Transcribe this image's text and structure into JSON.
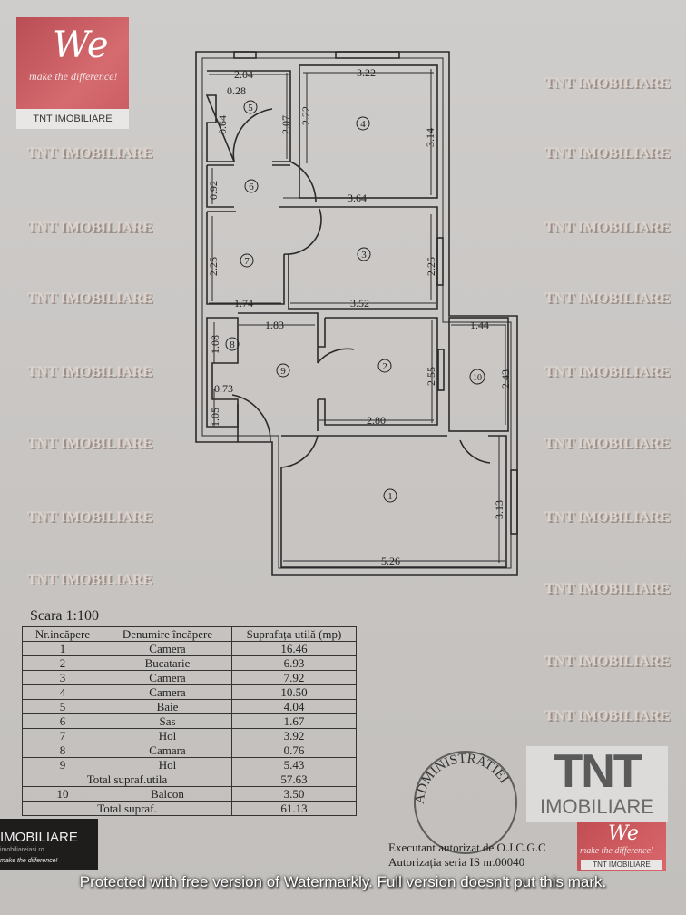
{
  "watermark_text": "TNT IMOBILIARE",
  "floorplan": {
    "dimensions": {
      "d204": "2.04",
      "d322": "3.22",
      "d028": "0.28",
      "d064": "0.64",
      "d207": "2.07",
      "d222": "2.22",
      "d314": "3.14",
      "d092": "0.92",
      "d364": "3.64",
      "d225a": "2.25",
      "d225b": "2.25",
      "d174": "1.74",
      "d352": "3.52",
      "d183": "1.83",
      "d108": "1.08",
      "d073": "0.73",
      "d105": "1.05",
      "d255": "2.55",
      "d280": "2.80",
      "d144": "1.44",
      "d243": "2.43",
      "d313": "3.13",
      "d526": "5.26"
    },
    "room_numbers": [
      "1",
      "2",
      "3",
      "4",
      "5",
      "6",
      "7",
      "8",
      "9",
      "10"
    ]
  },
  "scale_label": "Scara 1:100",
  "table": {
    "headers": [
      "Nr.incăpere",
      "Denumire încăpere",
      "Suprafața utilă (mp)"
    ],
    "rows": [
      {
        "nr": "1",
        "name": "Camera",
        "area": "16.46"
      },
      {
        "nr": "2",
        "name": "Bucatarie",
        "area": "6.93"
      },
      {
        "nr": "3",
        "name": "Camera",
        "area": "7.92"
      },
      {
        "nr": "4",
        "name": "Camera",
        "area": "10.50"
      },
      {
        "nr": "5",
        "name": "Baie",
        "area": "4.04"
      },
      {
        "nr": "6",
        "name": "Sas",
        "area": "1.67"
      },
      {
        "nr": "7",
        "name": "Hol",
        "area": "3.92"
      },
      {
        "nr": "8",
        "name": "Camara",
        "area": "0.76"
      },
      {
        "nr": "9",
        "name": "Hol",
        "area": "5.43"
      }
    ],
    "total_useful": {
      "label": "Total supraf.utila",
      "area": "57.63"
    },
    "balcony": {
      "nr": "10",
      "name": "Balcon",
      "area": "3.50"
    },
    "total": {
      "label": "Total supraf.",
      "area": "61.13"
    }
  },
  "executant": {
    "line1": "Executant autorizat de O.J.C.G.C",
    "line2": "Autorizația seria IS nr.00040"
  },
  "stamp_text": "ADMINISTRATIEI",
  "logos": {
    "we": "We",
    "tagline": "make the difference!",
    "brand_tnt": "TNT",
    "brand_imob": "IMOBILIARE",
    "brand_full": "TNT IMOBILIARE",
    "site": "imobiliareiasi.ro"
  },
  "banner": "Protected with free version of Watermarkly. Full version doesn't put this mark."
}
